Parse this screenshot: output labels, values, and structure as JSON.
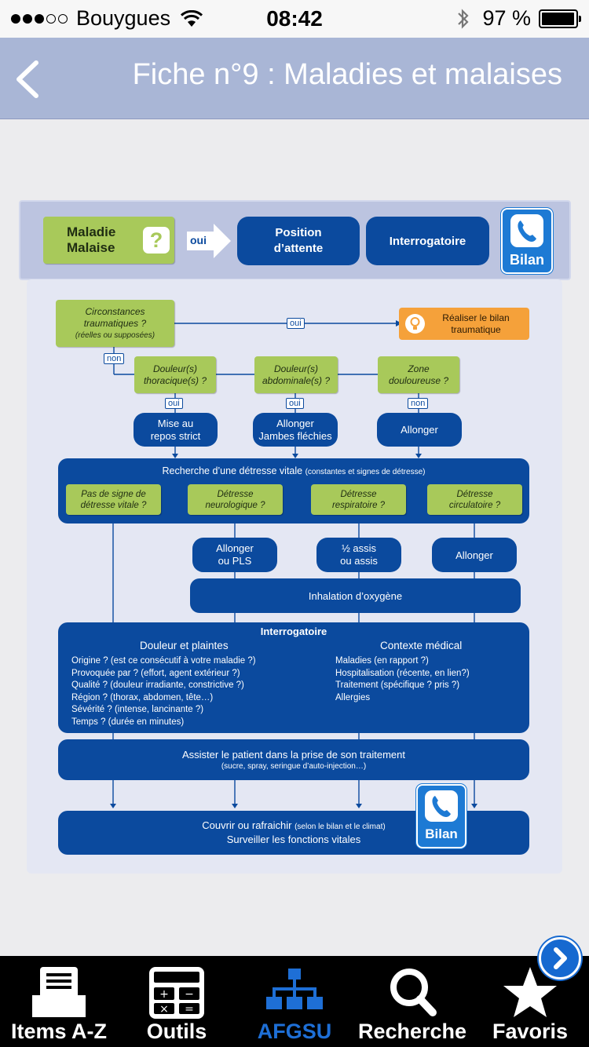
{
  "status": {
    "carrier": "Bouygues",
    "time": "08:42",
    "battery": "97 %",
    "battery_level": 0.97
  },
  "nav": {
    "title": "Fiche n°9 : Maladies et malaises"
  },
  "header": {
    "start": [
      "Maladie",
      "Malaise"
    ],
    "start_icon": "?",
    "arrow_label": "oui",
    "step1": [
      "Position",
      "d’attente"
    ],
    "step2": "Interrogatoire",
    "bilan": "Bilan"
  },
  "flow": {
    "circ": [
      "Circonstances",
      "traumatiques ?",
      "(réelles ou supposées)"
    ],
    "oui": "oui",
    "non": "non",
    "bilan_trauma": [
      "Réaliser le bilan",
      "traumatique"
    ],
    "q1": [
      "Douleur(s)",
      "thoracique(s) ?"
    ],
    "q2": [
      "Douleur(s)",
      "abdominale(s) ?"
    ],
    "q3": [
      "Zone",
      "douloureuse ?"
    ],
    "a1": [
      "Mise au",
      "repos strict"
    ],
    "a2": [
      "Allonger",
      "Jambes fléchies"
    ],
    "a3": "Allonger",
    "detresse": {
      "title": "Recherche d’une détresse vitale",
      "title_small": "(constantes et signes de détresse)",
      "d0": [
        "Pas de signe de",
        "détresse vitale ?"
      ],
      "d1": [
        "Détresse",
        "neurologique ?"
      ],
      "d2": [
        "Détresse",
        "respiratoire ?"
      ],
      "d3": [
        "Détresse",
        "circulatoire ?"
      ]
    },
    "r1": [
      "Allonger",
      "ou PLS"
    ],
    "r2": [
      "½ assis",
      "ou assis"
    ],
    "r3": "Allonger",
    "oxygen": "Inhalation d’oxygène",
    "interro": {
      "title": "Interrogatoire",
      "left_title": "Douleur et plaintes",
      "left": [
        "Origine ? (est ce consécutif à votre maladie ?)",
        "Provoquée par ? (effort, agent extérieur ?)",
        "Qualité ? (douleur irradiante, constrictive ?)",
        "Région ? (thorax, abdomen, tête…)",
        "Sévérité ? (intense, lancinante ?)",
        "Temps ? (durée en minutes)"
      ],
      "right_title": "Contexte médical",
      "right": [
        "Maladies (en rapport ?)",
        "Hospitalisation (récente, en lien?)",
        "Traitement (spécifique ? pris ?)",
        "Allergies"
      ]
    },
    "assist": {
      "line1": "Assister le patient dans la prise de son traitement",
      "line2": "(sucre, spray, seringue d’auto-injection…)"
    },
    "final": {
      "line1": "Couvrir ou rafraichir",
      "line1_small": "(selon le bilan et le climat)",
      "line2": "Surveiller les fonctions vitales"
    },
    "bilan": "Bilan"
  },
  "tabs": [
    {
      "label": "Items A-Z",
      "icon": "inbox-icon"
    },
    {
      "label": "Outils",
      "icon": "calculator-icon"
    },
    {
      "label": "AFGSU",
      "icon": "sitemap-icon",
      "active": true
    },
    {
      "label": "Recherche",
      "icon": "magnifier-icon"
    },
    {
      "label": "Favoris",
      "icon": "star-icon"
    }
  ],
  "colors": {
    "navbar": "#a9b6d6",
    "flow_blue": "#0b4a9e",
    "question_green": "#a8c95a",
    "trauma_orange": "#f5a13a",
    "active_tab": "#1e6fd6"
  }
}
